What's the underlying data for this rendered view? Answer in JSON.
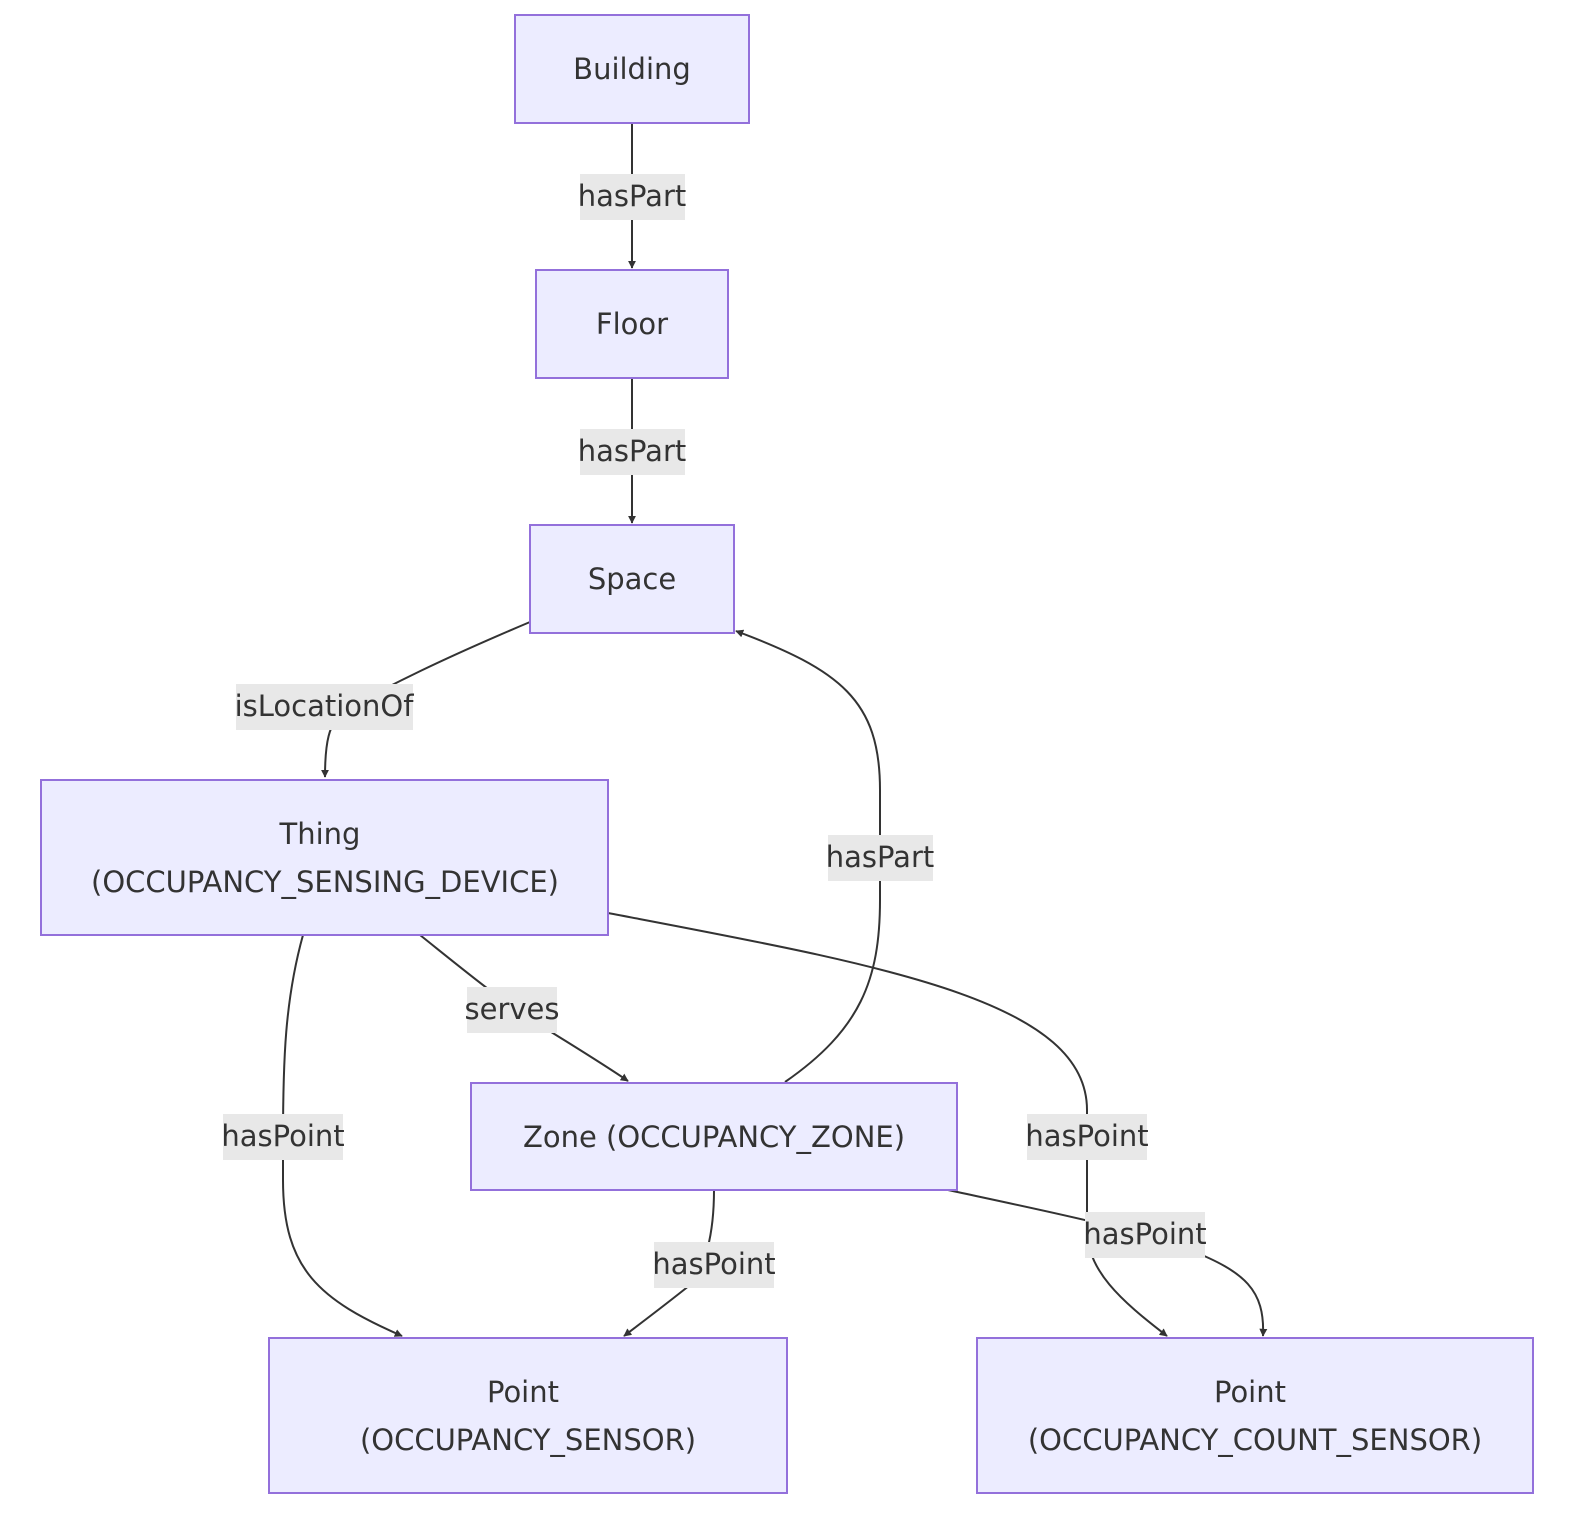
{
  "colors": {
    "node_fill": "#ECECFF",
    "node_stroke": "#9370DB",
    "edge": "#333333",
    "edge_label_bg": "#E8E8E8",
    "text": "#333333"
  },
  "nodes": {
    "building": {
      "lines": [
        "Building"
      ]
    },
    "floor": {
      "lines": [
        "Floor"
      ]
    },
    "space": {
      "lines": [
        "Space"
      ]
    },
    "thing": {
      "lines": [
        "Thing",
        "(OCCUPANCY_SENSING_DEVICE)"
      ]
    },
    "zone": {
      "lines": [
        "Zone (OCCUPANCY_ZONE)"
      ]
    },
    "point_occ": {
      "lines": [
        "Point",
        "(OCCUPANCY_SENSOR)"
      ]
    },
    "point_count": {
      "lines": [
        "Point",
        "(OCCUPANCY_COUNT_SENSOR)"
      ]
    }
  },
  "edges": [
    {
      "from": "building",
      "to": "floor",
      "label": "hasPart"
    },
    {
      "from": "floor",
      "to": "space",
      "label": "hasPart"
    },
    {
      "from": "space",
      "to": "thing",
      "label": "isLocationOf"
    },
    {
      "from": "zone",
      "to": "space",
      "label": "hasPart"
    },
    {
      "from": "thing",
      "to": "zone",
      "label": "serves"
    },
    {
      "from": "thing",
      "to": "point_occ",
      "label": "hasPoint"
    },
    {
      "from": "thing",
      "to": "point_count",
      "label": "hasPoint"
    },
    {
      "from": "zone",
      "to": "point_occ",
      "label": "hasPoint"
    },
    {
      "from": "zone",
      "to": "point_count",
      "label": "hasPoint"
    }
  ]
}
